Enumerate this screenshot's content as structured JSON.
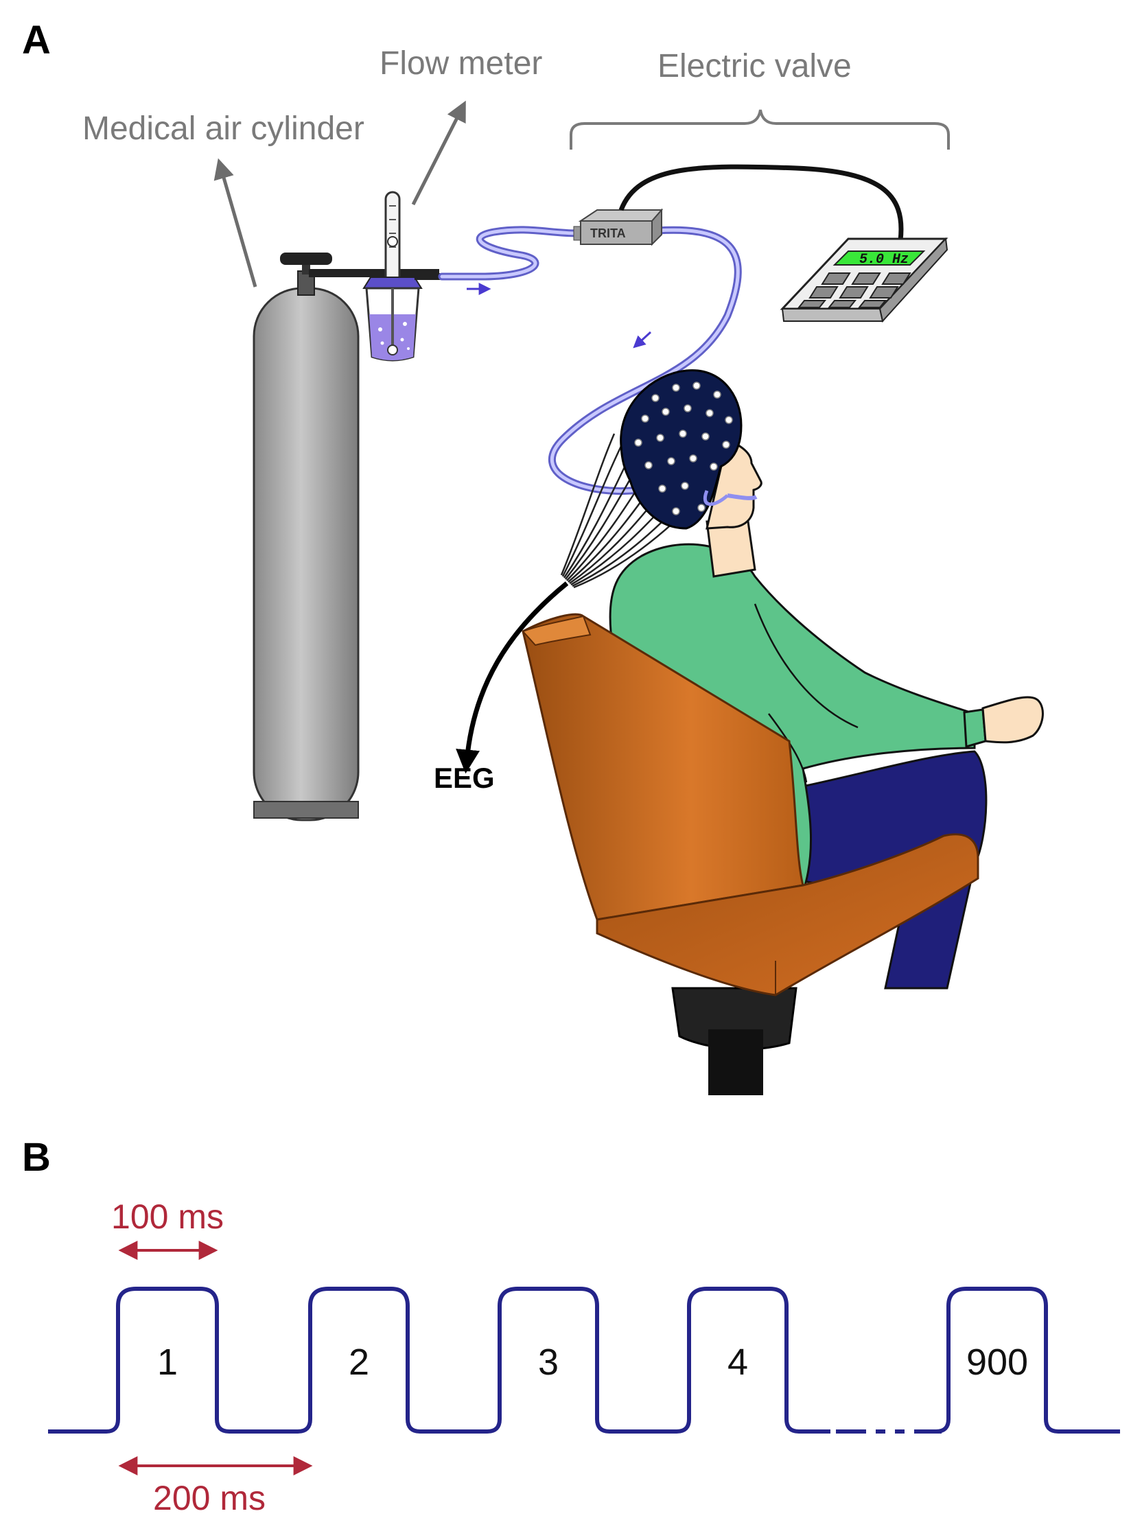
{
  "panelA": {
    "letter": "A",
    "labels": {
      "cylinder": "Medical air cylinder",
      "flow_meter": "Flow meter",
      "valve": "Electric valve",
      "eeg": "EEG",
      "valve_box": "TRITA",
      "controller_display": "5.0 Hz"
    }
  },
  "panelB": {
    "letter": "B",
    "pulse_width_label": "100 ms",
    "period_label": "200 ms",
    "pulses": [
      "1",
      "2",
      "3",
      "4",
      "900"
    ]
  },
  "colors": {
    "tube": "#8f8ff0",
    "pulse_line": "#24248a",
    "timing_arrow": "#b0283a",
    "label_gray": "#7a7a7a",
    "shirt": "#5dc48a",
    "chair": "#c76a1f",
    "pants": "#1f1f7a",
    "cap": "#0d1a4a",
    "display_green": "#39e639"
  }
}
